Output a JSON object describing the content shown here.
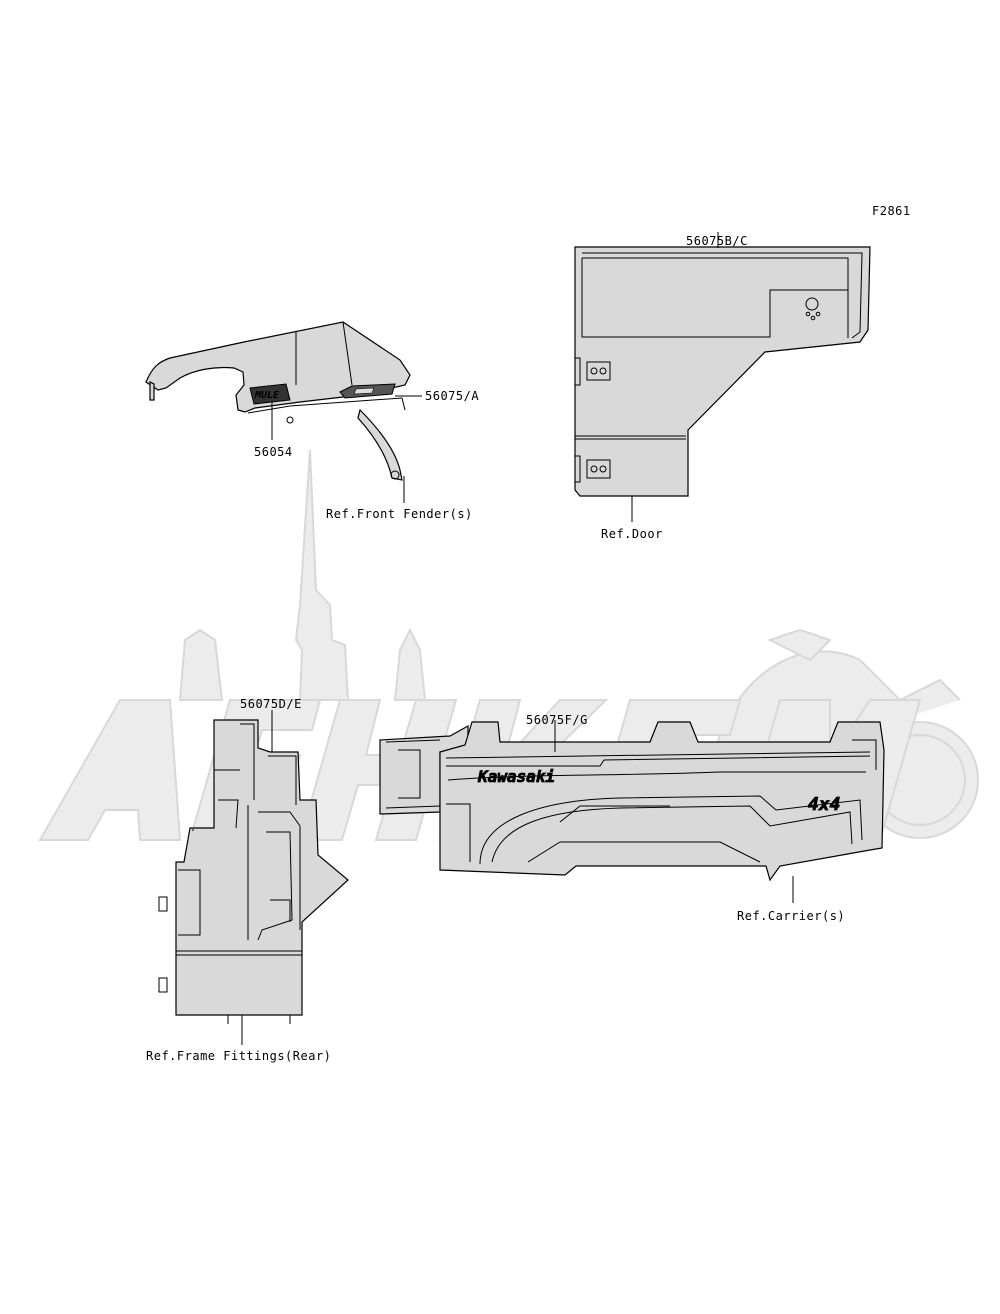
{
  "figure_code": "F2861",
  "callouts": {
    "p56075bc": "56075B/C",
    "p56075a": "56075/A",
    "p56054": "56054",
    "p56075de": "56075D/E",
    "p56075fg": "56075F/G"
  },
  "references": {
    "front_fender": "Ref.Front Fender(s)",
    "door": "Ref.Door",
    "frame_fittings_rear": "Ref.Frame Fittings(Rear)",
    "carrier": "Ref.Carrier(s)"
  },
  "decal_text": {
    "brand": "Kawasaki",
    "drive": "4x4",
    "model_logo": "MULE"
  },
  "colors": {
    "line": "#000000",
    "part_fill": "#d9d9d9",
    "watermark": "#ececec"
  }
}
